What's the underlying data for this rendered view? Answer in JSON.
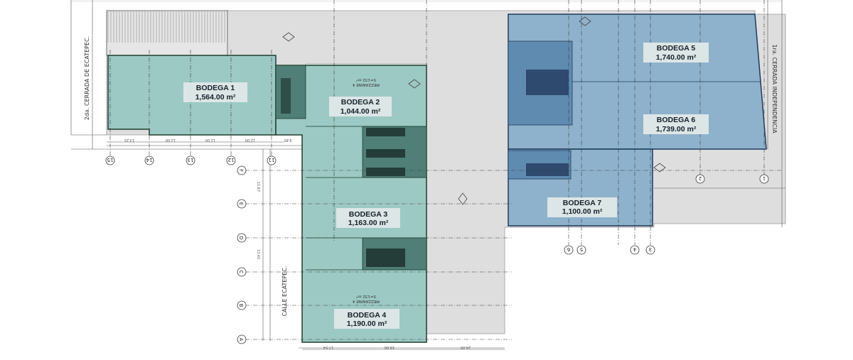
{
  "warehouses": [
    {
      "title": "BODEGA 1",
      "area": "1,564.00 m²"
    },
    {
      "title": "BODEGA 2",
      "area": "1,044.00 m²"
    },
    {
      "title": "BODEGA 3",
      "area": "1,163.00 m²"
    },
    {
      "title": "BODEGA 4",
      "area": "1,190.00 m²"
    },
    {
      "title": "BODEGA 5",
      "area": "1,740.00 m²"
    },
    {
      "title": "BODEGA 6",
      "area": "1,739.00 m²"
    },
    {
      "title": "BODEGA 7",
      "area": "1,100.00 m²"
    }
  ],
  "streets": {
    "left": "2da. CERRADA DE ECATEPEC.",
    "bottom": "CALLE ECATEPEC.",
    "right": "1ra. CERRADA INDEPENDENCIA"
  },
  "mezzanines": [
    "MEZZANINE 4",
    "S=132 m²"
  ],
  "axis_numbers_left": [
    "15",
    "14",
    "13",
    "12",
    "11"
  ],
  "axis_numbers_right": [
    "6",
    "5",
    "4",
    "3",
    "2",
    "1"
  ],
  "axis_letters": [
    "F",
    "E",
    "D",
    "C",
    "B",
    "A"
  ],
  "dimensions": [
    "13.25",
    "12.00",
    "12.00",
    "12.00",
    "9.85",
    "11.67",
    "13.42",
    "18.00",
    "24.00",
    "17.54"
  ],
  "colors": {
    "teal_fill": "#9cc9c4",
    "teal_stroke": "#1f3d2b",
    "blue_fill": "#8fb2cc",
    "blue_stroke": "#1f3a5c",
    "dark_module": "#4f7f77",
    "road": "#dcdcdc"
  }
}
